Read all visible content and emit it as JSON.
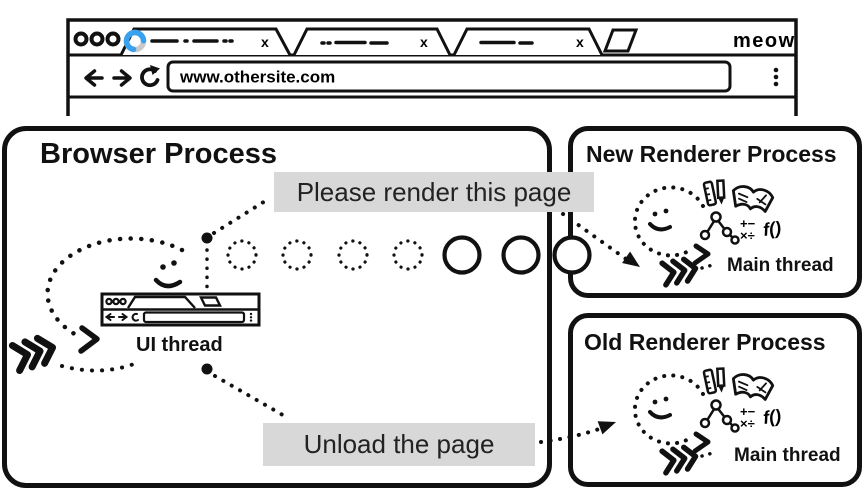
{
  "browser_chrome": {
    "url_value": "www.othersite.com",
    "brand_label": "meow",
    "close_icon": "x"
  },
  "diagram": {
    "browser_process": {
      "title": "Browser Process",
      "thread_label": "UI thread"
    },
    "new_renderer_process": {
      "title": "New Renderer Process",
      "thread_label": "Main thread"
    },
    "old_renderer_process": {
      "title": "Old Renderer Process",
      "thread_label": "Main thread"
    },
    "messages": {
      "render_request": "Please render this page",
      "unload_request": "Unload the page"
    },
    "glyphs": {
      "math_line1": "+−",
      "math_line2": "×÷",
      "function": "f()"
    }
  },
  "colors": {
    "ink": "#111111",
    "message_bg": "#d8d8d8",
    "spinner": "#38a2f0",
    "spinner_track": "#c9c9c9"
  }
}
